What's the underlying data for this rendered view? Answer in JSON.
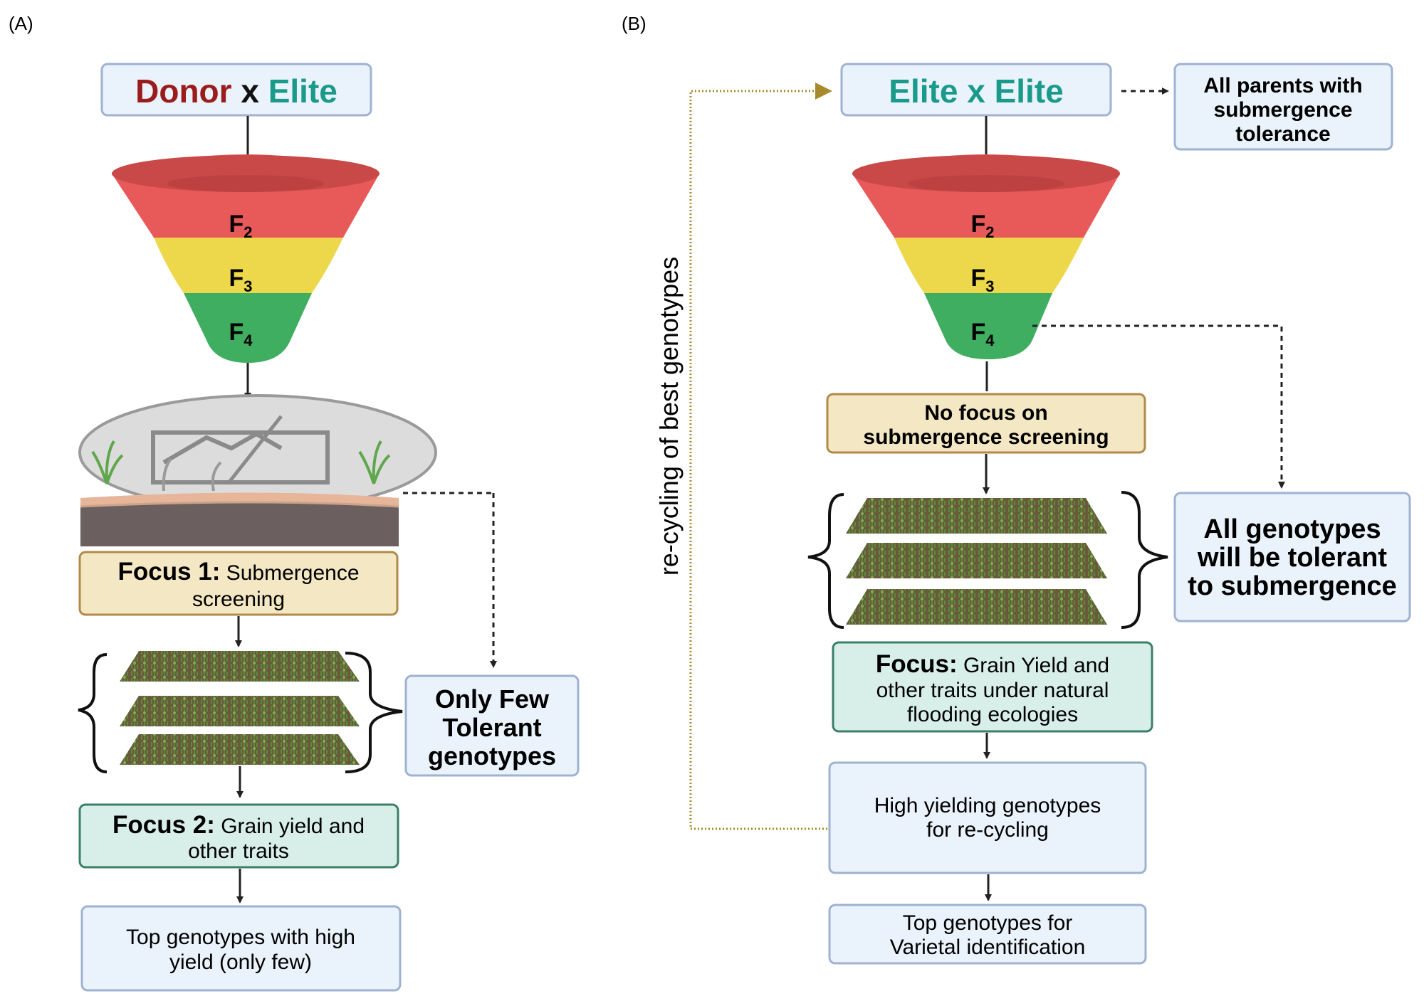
{
  "panel_a": {
    "label": "(A)",
    "cross": {
      "donor": "Donor",
      "x": "x",
      "elite": "Elite"
    },
    "funnel": {
      "f2": "F",
      "f2_sub": "2",
      "f3": "F",
      "f3_sub": "3",
      "f4": "F",
      "f4_sub": "4"
    },
    "focus1": {
      "bold": "Focus 1:",
      "line1": " Submergence",
      "line2": "screening"
    },
    "few_tolerant": {
      "line1": "Only Few",
      "line2": "Tolerant",
      "line3": "genotypes"
    },
    "focus2": {
      "bold": "Focus 2:",
      "line1": " Grain yield and",
      "line2": "other traits"
    },
    "top": {
      "line1": "Top genotypes with high",
      "line2": "yield (only few)"
    }
  },
  "panel_b": {
    "label": "(B)",
    "cross": {
      "left": "Elite",
      "x": "x",
      "right": "Elite"
    },
    "parents": {
      "line1": "All parents with",
      "line2": "submergence",
      "line3": "tolerance"
    },
    "funnel": {
      "f2": "F",
      "f2_sub": "2",
      "f3": "F",
      "f3_sub": "3",
      "f4": "F",
      "f4_sub": "4"
    },
    "no_focus": {
      "line1": "No focus on",
      "line2": "submergence screening"
    },
    "all_tolerant": {
      "line1": "All genotypes",
      "line2": "will be tolerant",
      "line3": "to submergence"
    },
    "focus": {
      "bold": "Focus:",
      "line1": " Grain Yield and",
      "line2": "other traits under natural",
      "line3": "flooding ecologies"
    },
    "high_yield": {
      "line1": "High yielding genotypes",
      "line2": "for re-cycling"
    },
    "top": {
      "line1": "Top genotypes for",
      "line2": "Varietal identification"
    },
    "recycling": "re-cycling of best genotypes"
  },
  "colors": {
    "donor": "#9b1c1c",
    "elite": "#1a9a8a",
    "funnel_red": "#e85a5a",
    "funnel_yellow": "#ecd84a",
    "funnel_green": "#3fae60",
    "recycle_line": "#a88a2e"
  }
}
